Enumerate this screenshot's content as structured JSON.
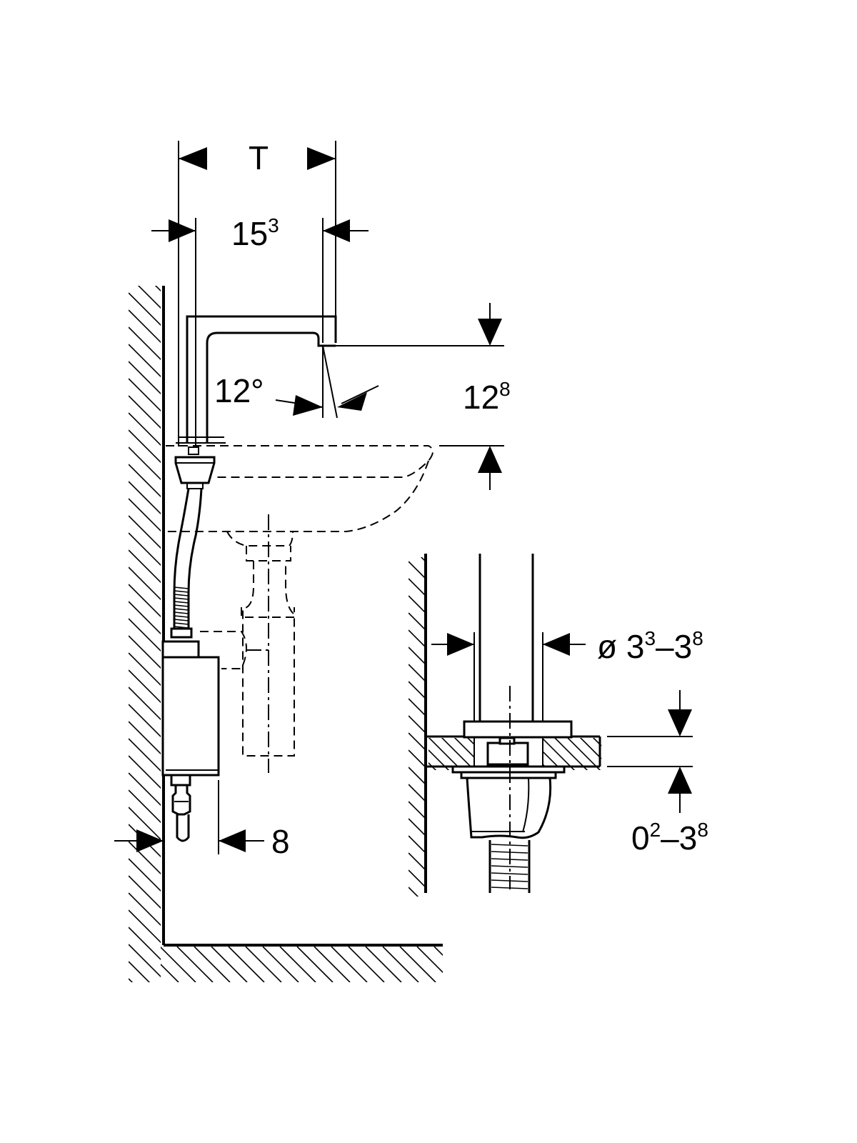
{
  "labels": {
    "depth": {
      "base": "T",
      "sup": ""
    },
    "spout_reach": {
      "base": "15",
      "sup": "3"
    },
    "spray_angle": {
      "base": "12°",
      "sup": ""
    },
    "spout_height": {
      "base": "12",
      "sup": "8"
    },
    "box_offset": {
      "base": "8",
      "sup": ""
    },
    "pipe_diameter": {
      "base": "ø 3",
      "sup": "3",
      "tail": "–3",
      "tail_sup": "8"
    },
    "counter_thickness": {
      "base": "0",
      "sup": "2",
      "tail": "–3",
      "tail_sup": "8"
    }
  },
  "colors": {
    "line": "#000000",
    "background": "#ffffff"
  }
}
